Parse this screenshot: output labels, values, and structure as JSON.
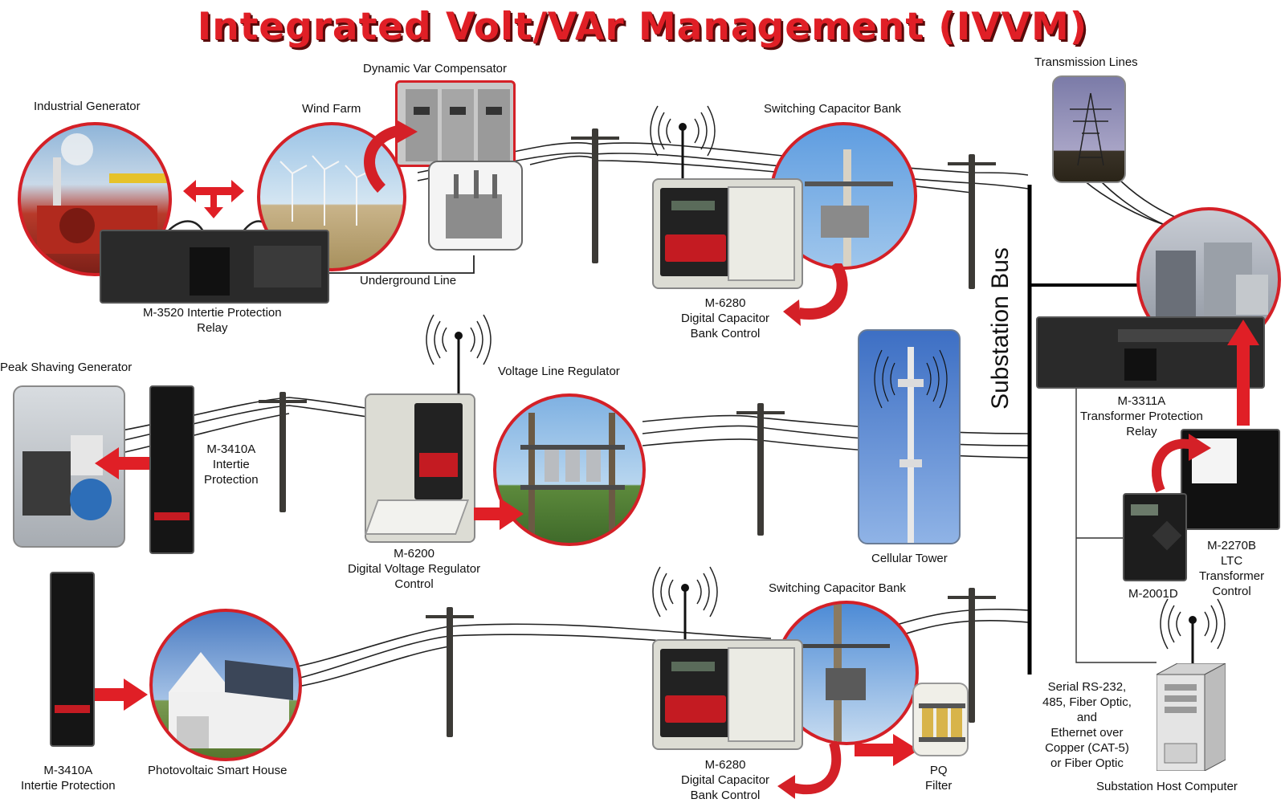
{
  "title": "Integrated Volt/VAr Management (IVVM)",
  "labels": {
    "industrial_generator": "Industrial Generator",
    "wind_farm": "Wind Farm",
    "dynamic_var": "Dynamic Var Compensator",
    "underground_line": "Underground Line",
    "m3520": [
      "M-3520 Intertie Protection",
      "Relay"
    ],
    "switching_cap_top": "Switching Capacitor Bank",
    "m6280_top": [
      "M-6280",
      "Digital Capacitor",
      "Bank Control"
    ],
    "transmission_lines": "Transmission Lines",
    "substation_bus": "Substation Bus",
    "peak_shaving": "Peak Shaving Generator",
    "m3410a_mid": [
      "M-3410A",
      "Intertie",
      "Protection"
    ],
    "voltage_line_reg": "Voltage Line Regulator",
    "m6200": [
      "M-6200",
      "Digital Voltage Regulator",
      "Control"
    ],
    "cellular_tower": "Cellular Tower",
    "m3311a": [
      "M-3311A",
      "Transformer Protection",
      "Relay"
    ],
    "m2270b": [
      "M-2270B",
      "LTC",
      "Transformer",
      "Control"
    ],
    "m2001d": "M-2001D",
    "switching_cap_bottom": "Switching Capacitor Bank",
    "m3410a_bottom": [
      "M-3410A",
      "Intertie Protection"
    ],
    "pv_house": "Photovoltaic Smart  House",
    "m6280_bottom": [
      "M-6280",
      "Digital Capacitor",
      "Bank Control"
    ],
    "pq_filter": [
      "PQ",
      "Filter"
    ],
    "serial": [
      "Serial RS-232,",
      "485, Fiber Optic,",
      "and",
      "Ethernet over",
      "Copper (CAT-5)",
      "or Fiber Optic"
    ],
    "host_computer": "Substation Host Computer"
  },
  "colors": {
    "accent": "#d42027",
    "title": "#e01f26",
    "wire": "#222222"
  }
}
